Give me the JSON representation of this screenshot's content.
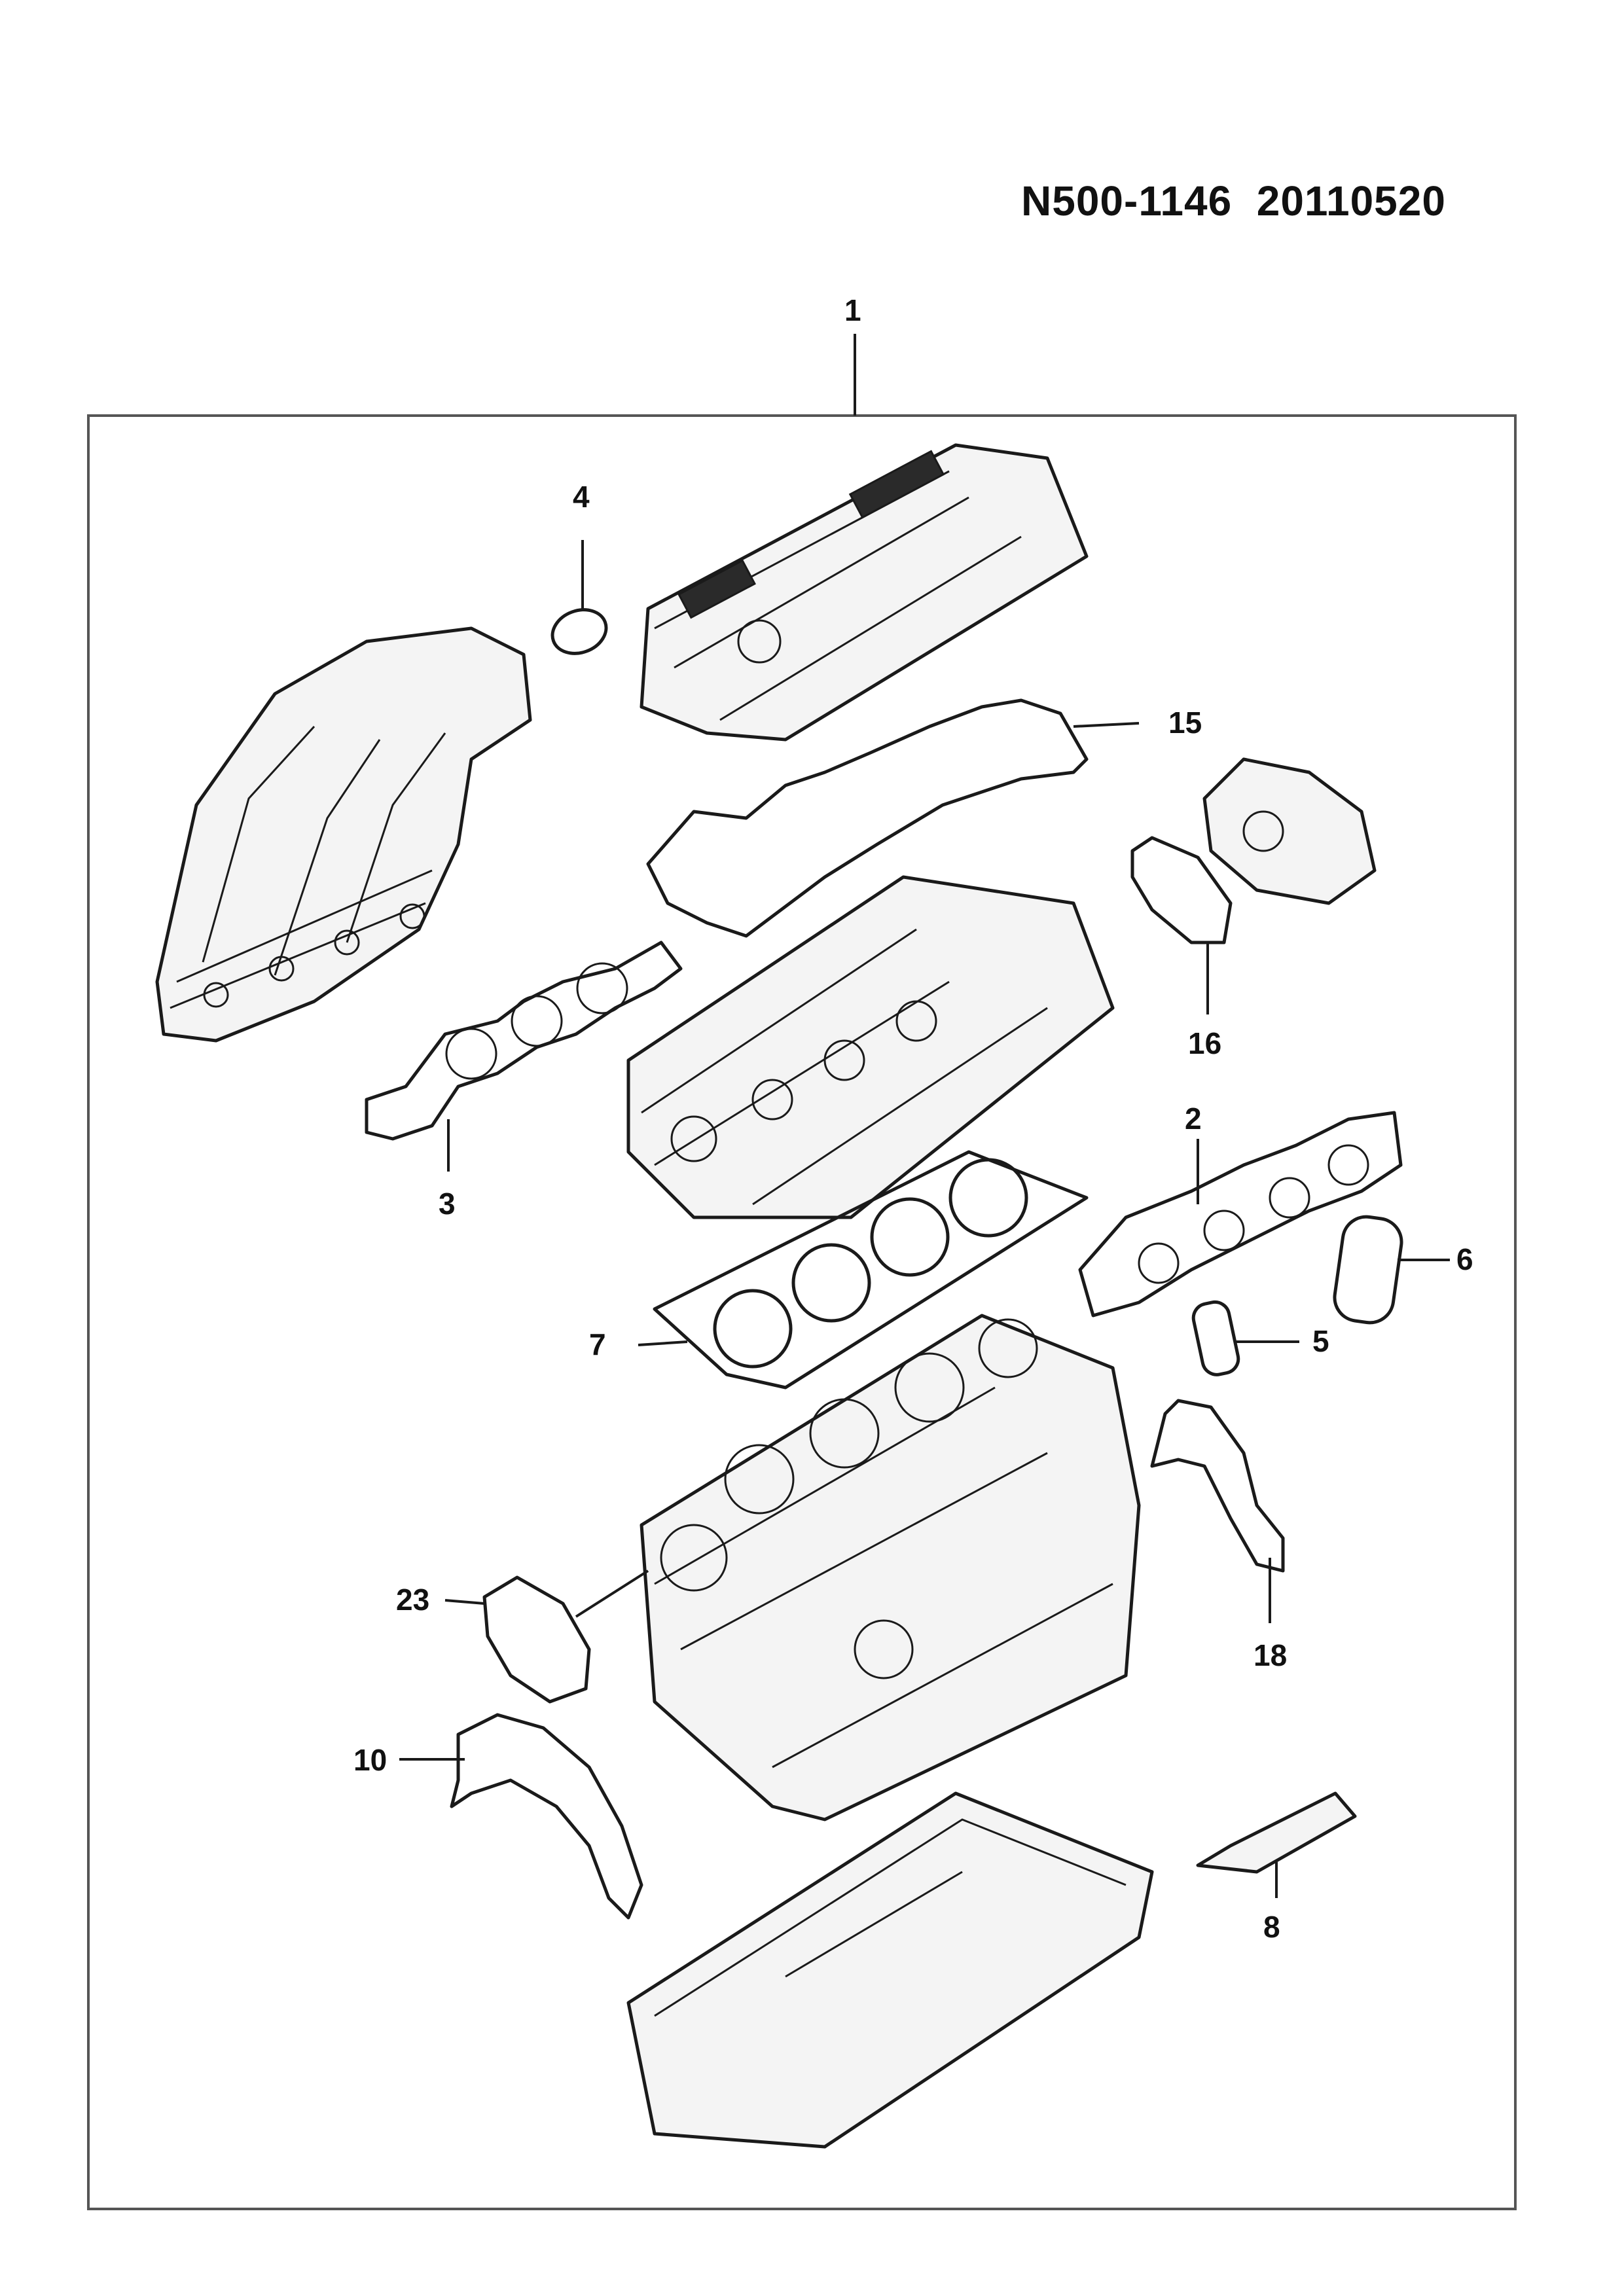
{
  "header": {
    "code": "N500-1146  20110520"
  },
  "callouts": [
    {
      "id": "1",
      "label": "1"
    },
    {
      "id": "2",
      "label": "2"
    },
    {
      "id": "3",
      "label": "3"
    },
    {
      "id": "4",
      "label": "4"
    },
    {
      "id": "5",
      "label": "5"
    },
    {
      "id": "6",
      "label": "6"
    },
    {
      "id": "7",
      "label": "7"
    },
    {
      "id": "8",
      "label": "8"
    },
    {
      "id": "10",
      "label": "10"
    },
    {
      "id": "15",
      "label": "15"
    },
    {
      "id": "16",
      "label": "16"
    },
    {
      "id": "18",
      "label": "18"
    },
    {
      "id": "23",
      "label": "23"
    }
  ]
}
